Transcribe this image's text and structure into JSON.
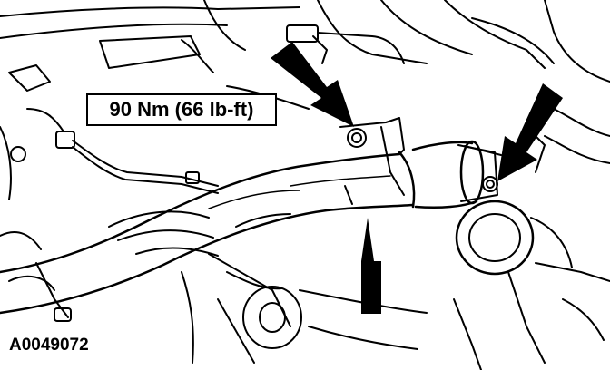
{
  "callout": {
    "torque_spec": "90 Nm (66 lb-ft)"
  },
  "figure": {
    "id": "A0049072"
  },
  "icons": {
    "pointer_arrows": [
      "arrow-icon-bolt-top",
      "arrow-icon-clamp-right",
      "arrow-icon-pipe-bottom"
    ]
  },
  "colors": {
    "line": "#000000",
    "background": "#ffffff"
  }
}
